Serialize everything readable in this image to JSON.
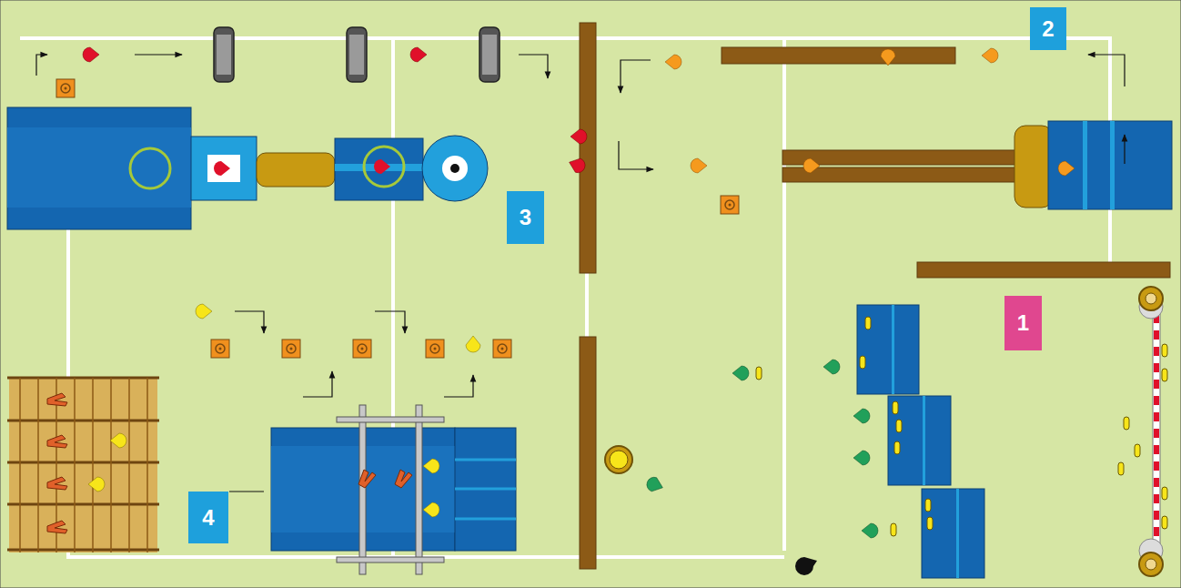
{
  "diagram": {
    "labels": [
      "2",
      "3",
      "1",
      "4"
    ]
  }
}
